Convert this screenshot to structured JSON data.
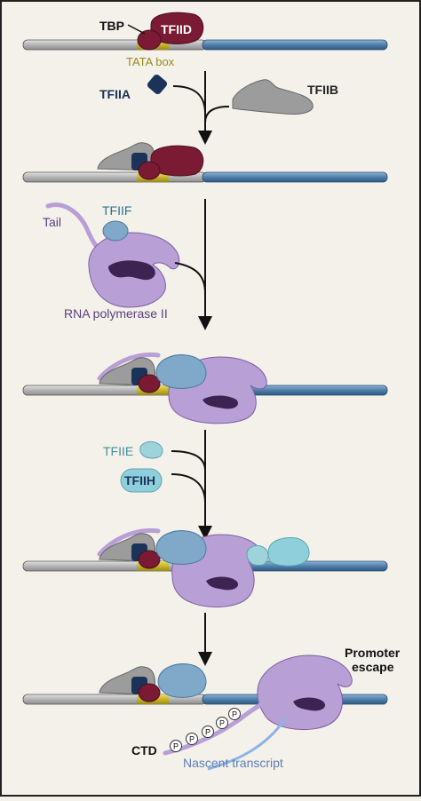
{
  "labels": {
    "tbp": "TBP",
    "tfiid": "TFIID",
    "tata_box": "TATA box",
    "tfiia": "TFIIA",
    "tfiib": "TFIIB",
    "tail": "Tail",
    "tfiif": "TFIIF",
    "rna_pol_ii": "RNA polymerase II",
    "tfiie": "TFIIE",
    "tfiih": "TFIIH",
    "promoter_escape_line1": "Promoter",
    "promoter_escape_line2": "escape",
    "ctd": "CTD",
    "phospho": "P",
    "nascent_transcript": "Nascent transcript"
  },
  "colors": {
    "background": "#f4f1ea",
    "frame": "#222222",
    "dna_gray": "#b9b9b9",
    "dna_blue": "#4f7fab",
    "tata_yellow": "#c8b52a",
    "tfiid": "#7a1a33",
    "tfiia": "#1b3358",
    "tfiib": "#9c9c9c",
    "pol_ii": "#b89fd6",
    "pol_ii_dark": "#3c2352",
    "tfiif": "#7fa8c9",
    "tfiie": "#9fd3dc",
    "tfiih": "#8fcfdc",
    "text_dark": "#111111",
    "text_tata": "#9a8a1a",
    "text_tfiia": "#1b3358",
    "text_tfiif": "#2f6f8f",
    "text_pol": "#5a3f7e",
    "text_tfiie": "#3f8f9c",
    "text_nascent": "#5c7fb8"
  }
}
